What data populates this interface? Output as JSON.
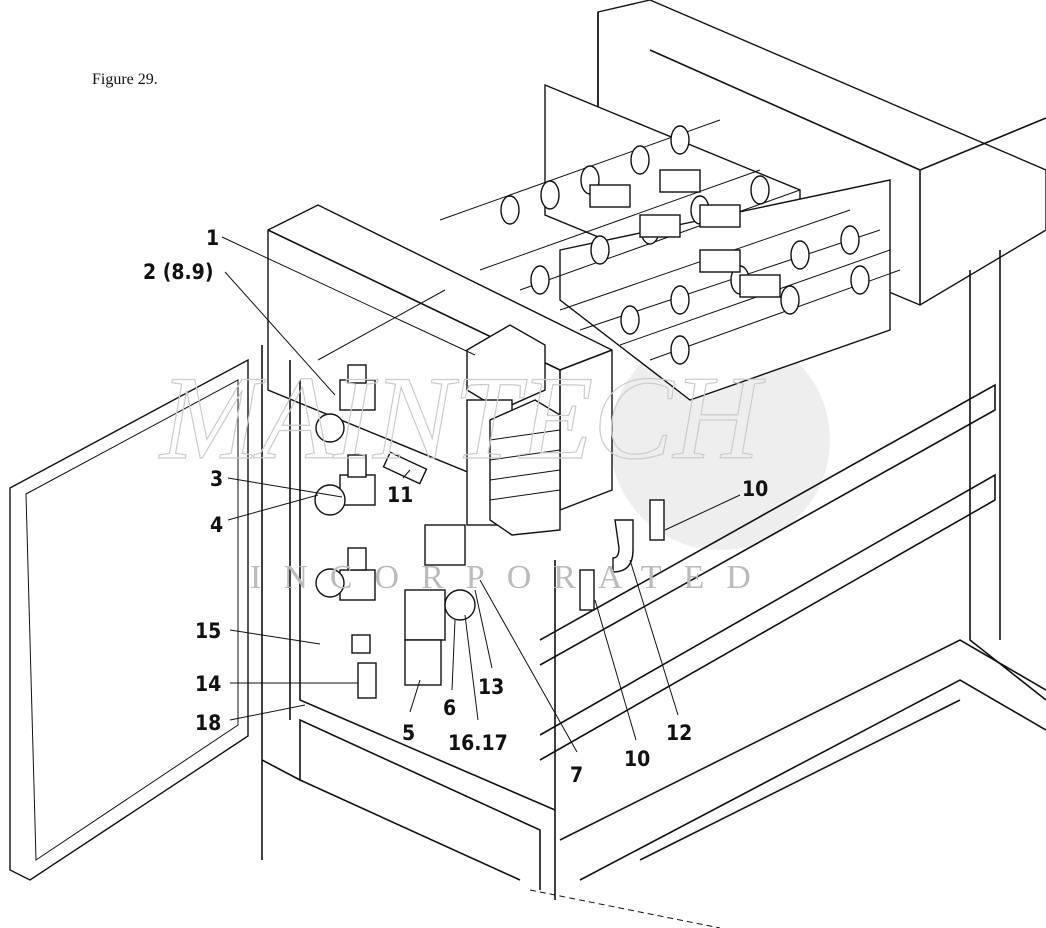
{
  "caption": "Figure 29.",
  "watermark": {
    "line1": "MAINTECH",
    "line2": "INCORPORATED"
  },
  "callouts": {
    "c1": "1",
    "c2": "2 (8.9)",
    "c3": "3",
    "c4": "4",
    "c5": "5",
    "c6": "6",
    "c7": "7",
    "c10a": "10",
    "c10b": "10",
    "c11": "11",
    "c12": "12",
    "c13": "13",
    "c14": "14",
    "c15": "15",
    "c16": "16.17",
    "c18": "18"
  }
}
